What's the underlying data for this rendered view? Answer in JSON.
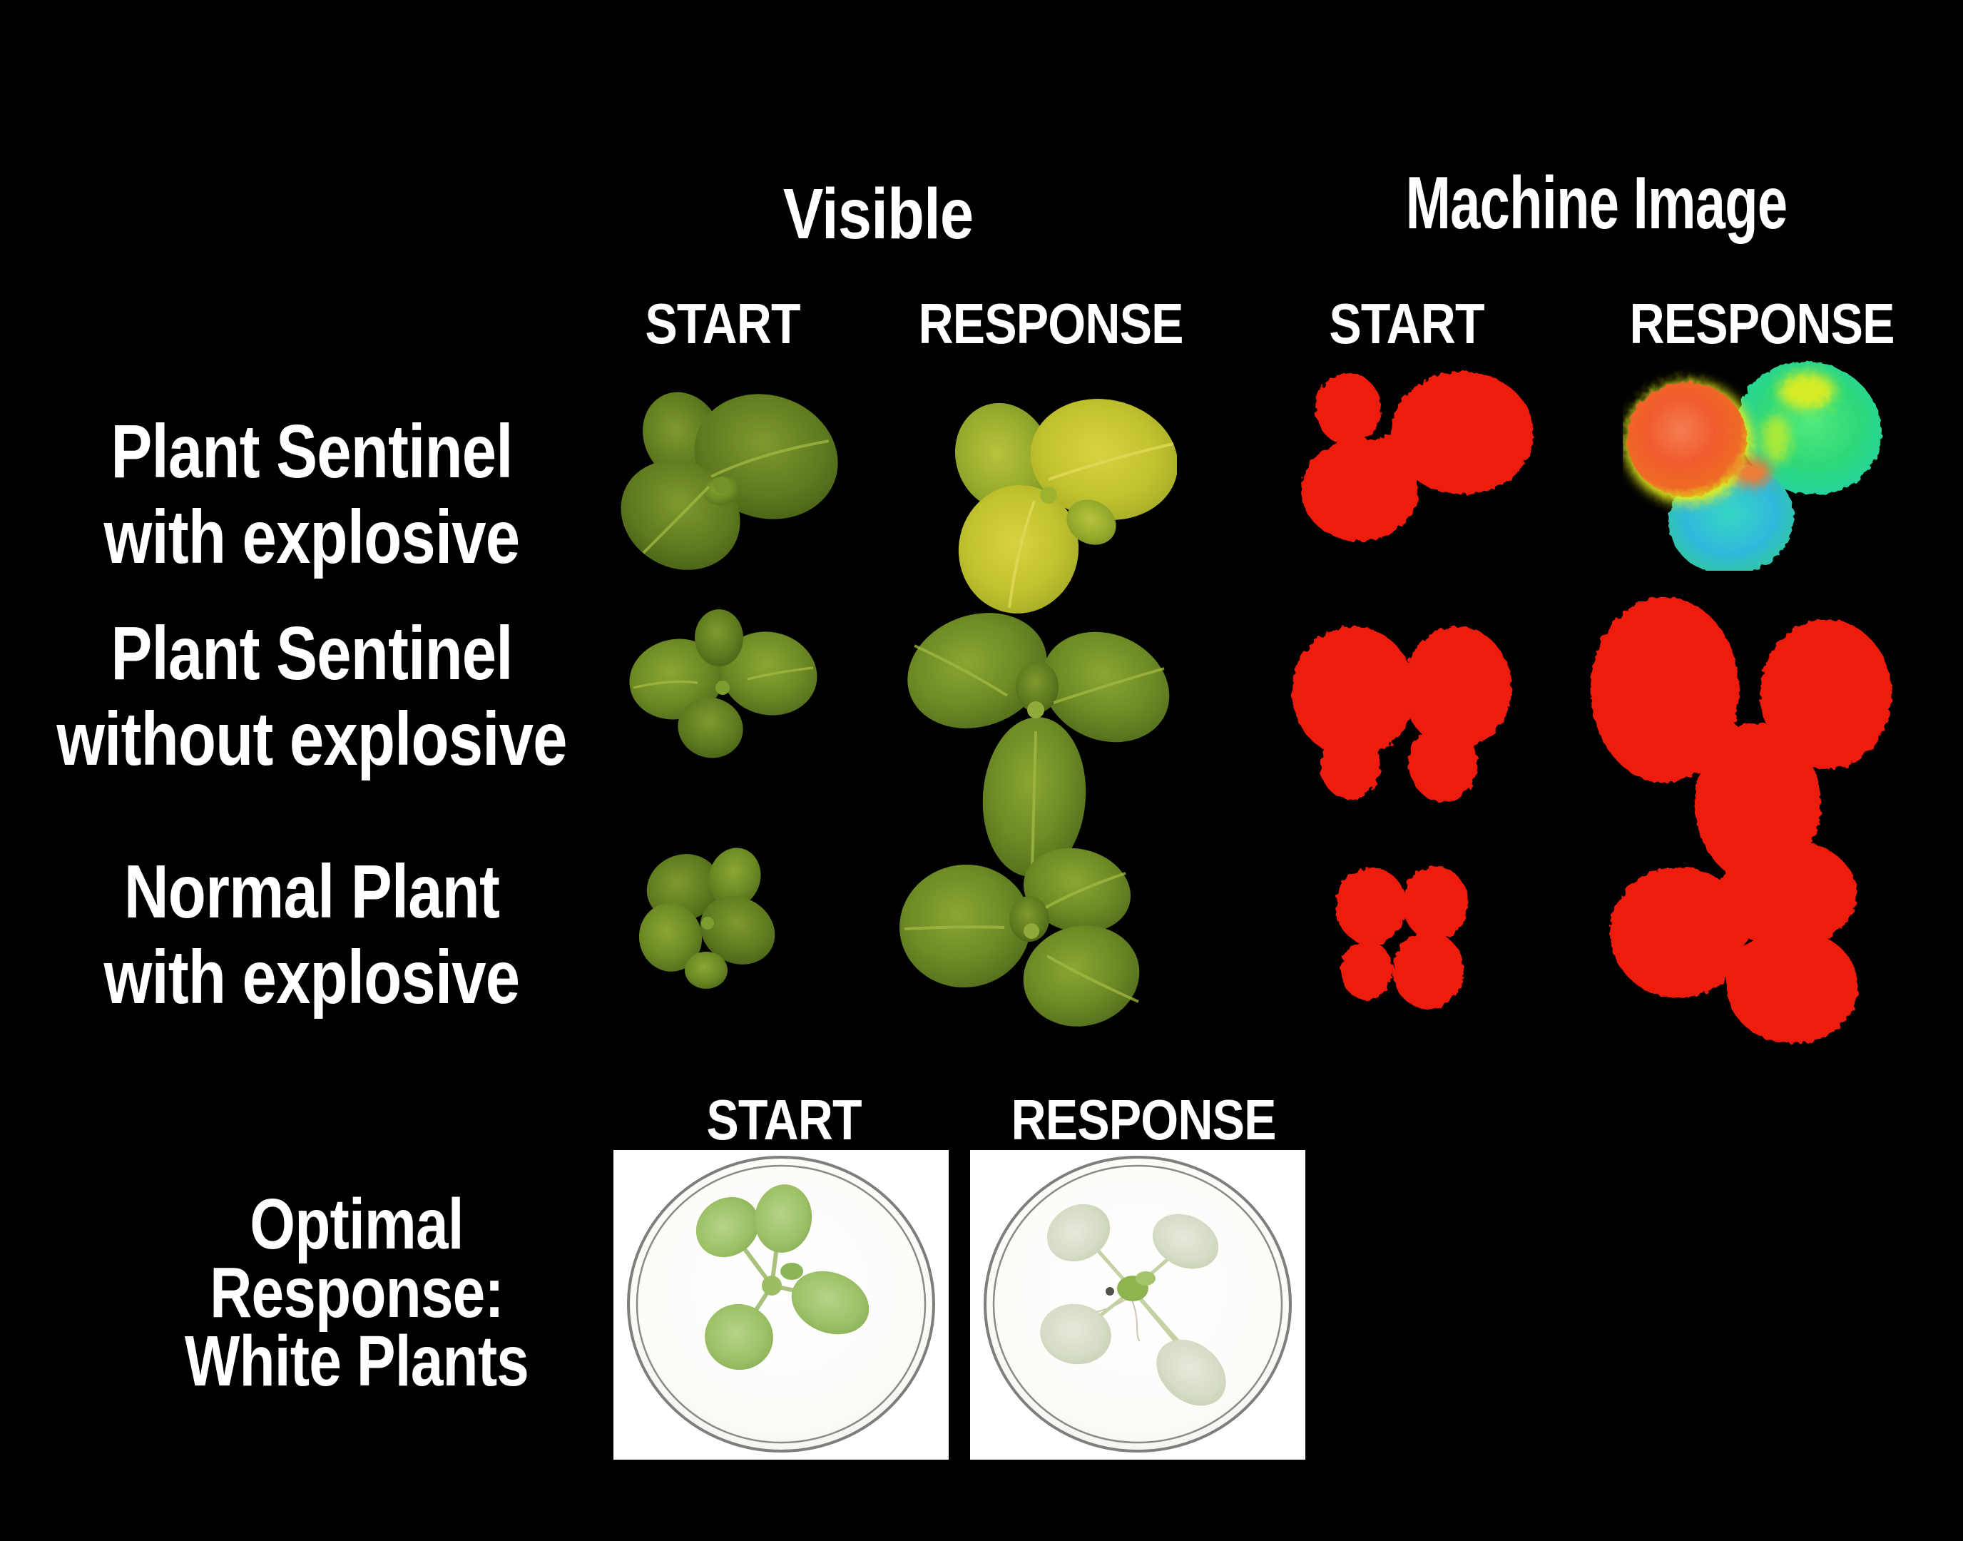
{
  "titles": {
    "visible": "Visible",
    "machine": "Machine Image"
  },
  "headers": {
    "start": "START",
    "response": "RESPONSE"
  },
  "rows": [
    {
      "line1": "Plant Sentinel",
      "line2": "with explosive"
    },
    {
      "line1": "Plant Sentinel",
      "line2": "without explosive"
    },
    {
      "line1": "Normal Plant",
      "line2": "with explosive"
    }
  ],
  "bottom": {
    "line1": "Optimal",
    "line2": "Response:",
    "line3": "White Plants",
    "start": "START",
    "response": "RESPONSE"
  },
  "colors": {
    "background": "#000000",
    "text": "#ffffff",
    "machine_red": "#ee1b10",
    "machine_orange": "#f1542a",
    "machine_green": "#2ed878",
    "machine_cyan": "#2fb9dc",
    "machine_yellow": "#e7ee1b",
    "leaf_green": "#6d8a25",
    "leaf_yellow_green": "#bcbf2e",
    "dish_background": "#ffffff"
  }
}
